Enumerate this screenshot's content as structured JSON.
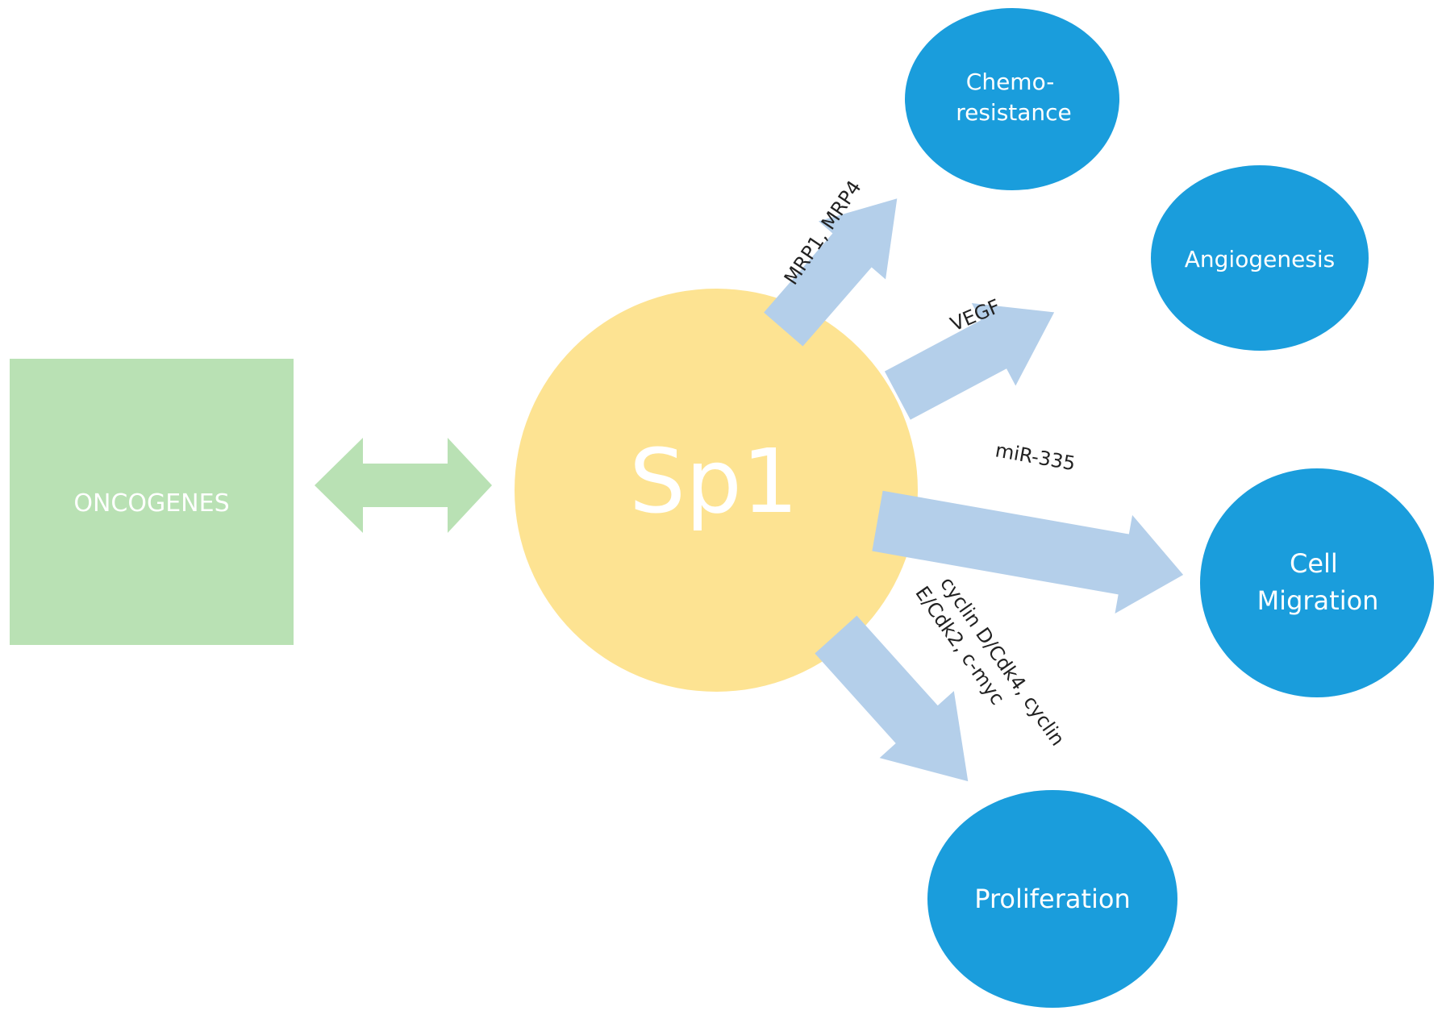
{
  "colors": {
    "oncogenes_box": "#b9e1b4",
    "oncogenes_text": "#ffffff",
    "double_arrow": "#b9e1b4",
    "sp1_circle": "#fde392",
    "outcome_circle": "#1a9ddc",
    "pathway_arrow": "#b4cfea",
    "edge_text": "#222222"
  },
  "nodes": {
    "oncogenes": "ONCOGENES",
    "sp1": "Sp1",
    "chemoresistance": [
      "Chemo-",
      "resistance"
    ],
    "angiogenesis": "Angiogenesis",
    "cell_migration": [
      "Cell",
      "Migration"
    ],
    "proliferation": "Proliferation"
  },
  "edges": {
    "chemoresistance": "MRP1, MRP4",
    "angiogenesis": "VEGF",
    "cell_migration": "miR-335",
    "proliferation": [
      "cyclin D/Cdk4, cyclin",
      "E/Cdk2, c-myc"
    ]
  }
}
